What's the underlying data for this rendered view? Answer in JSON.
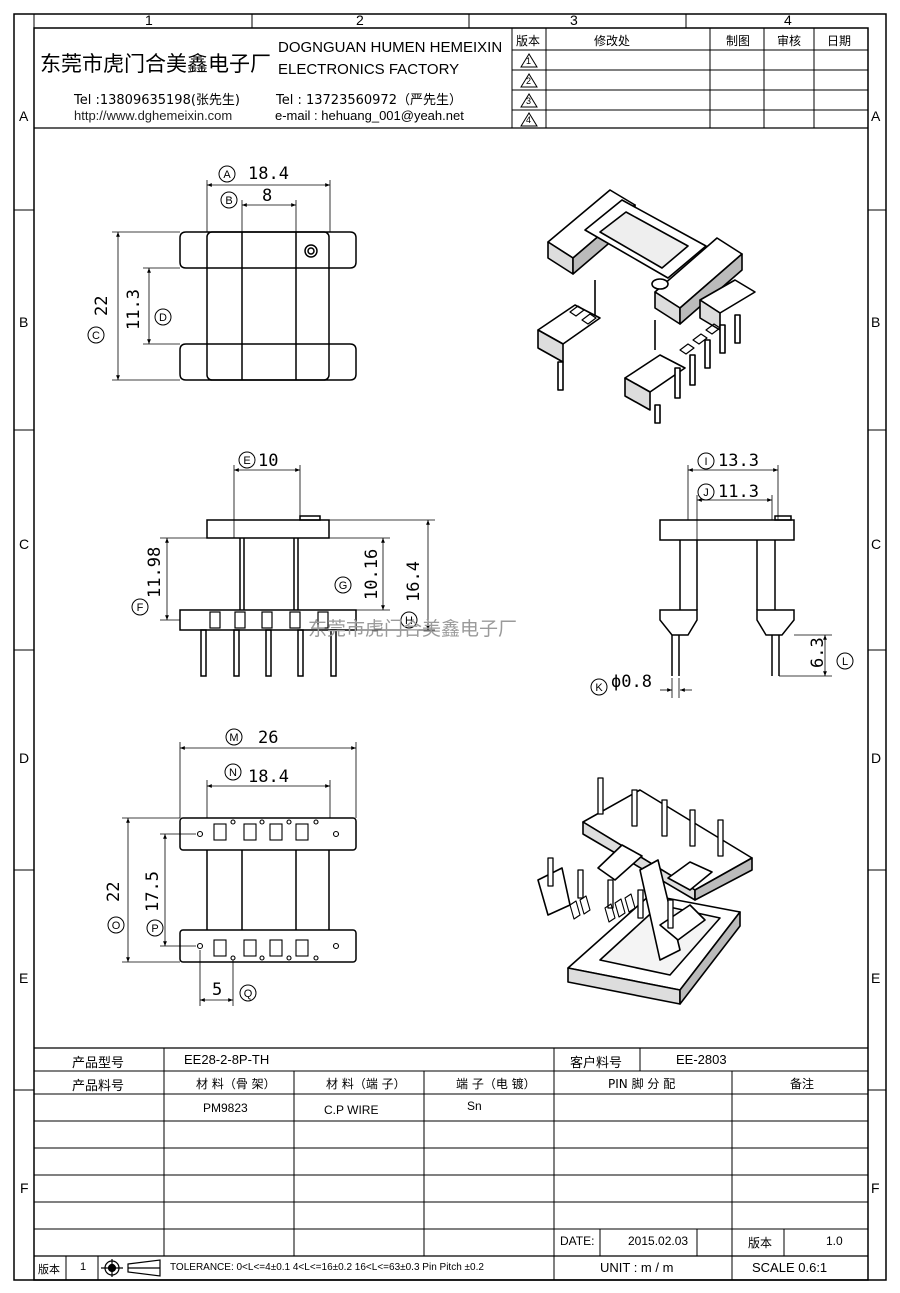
{
  "zones": {
    "columns": [
      "1",
      "2",
      "3",
      "4"
    ],
    "rows": [
      "A",
      "B",
      "C",
      "D",
      "E",
      "F"
    ]
  },
  "header": {
    "company_cn": "东莞市虎门合美鑫电子厂",
    "company_en_line1": "DOGNGUAN HUMEN HEMEIXIN",
    "company_en_line2": "ELECTRONICS FACTORY",
    "tel1": "Tel :13809635198(张先生)",
    "tel2": "Tel : 13723560972（严先生）",
    "website": "http://www.dghemeixin.com",
    "email": "e-mail : hehuang_001@yeah.net"
  },
  "revision_table": {
    "headers": [
      "版本",
      "修改处",
      "制图",
      "审核",
      "日期"
    ],
    "rows": [
      "1",
      "2",
      "3",
      "4"
    ]
  },
  "dimensions": {
    "A": "18.4",
    "B": "8",
    "C": "22",
    "D": "11.3",
    "E": "10",
    "F": "11.98",
    "G": "10.16",
    "H": "16.4",
    "I": "13.3",
    "J": "11.3",
    "K": "ϕ0.8",
    "L": "6.3",
    "M": "26",
    "N": "18.4",
    "O": "22",
    "P": "17.5",
    "Q": "5"
  },
  "watermark": "东莞市虎门合美鑫电子厂",
  "title_block": {
    "product_model_label": "产品型号",
    "product_model": "EE28-2-8P-TH",
    "customer_part_label": "客户料号",
    "customer_part": "EE-2803",
    "product_part_label": "产品料号",
    "col_material_frame": "材 料（骨 架）",
    "col_material_terminal": "材 料（端 子）",
    "col_terminal_plating": "端 子（电 镀）",
    "col_pin": "PIN 脚 分 配",
    "col_note": "备注",
    "material_frame": "PM9823",
    "material_terminal": "C.P WIRE",
    "terminal_plating": "Sn",
    "date_label": "DATE:",
    "date": "2015.02.03",
    "version_label": "版本",
    "version_value": "1.0",
    "rev_label": "版本",
    "rev_value": "1",
    "tolerance": "TOLERANCE:  0<L<=4±0.1  4<L<=16±0.2  16<L<=63±0.3  Pin Pitch  ±0.2",
    "unit": "UNIT : m / m",
    "scale": "SCALE  0.6:1"
  }
}
